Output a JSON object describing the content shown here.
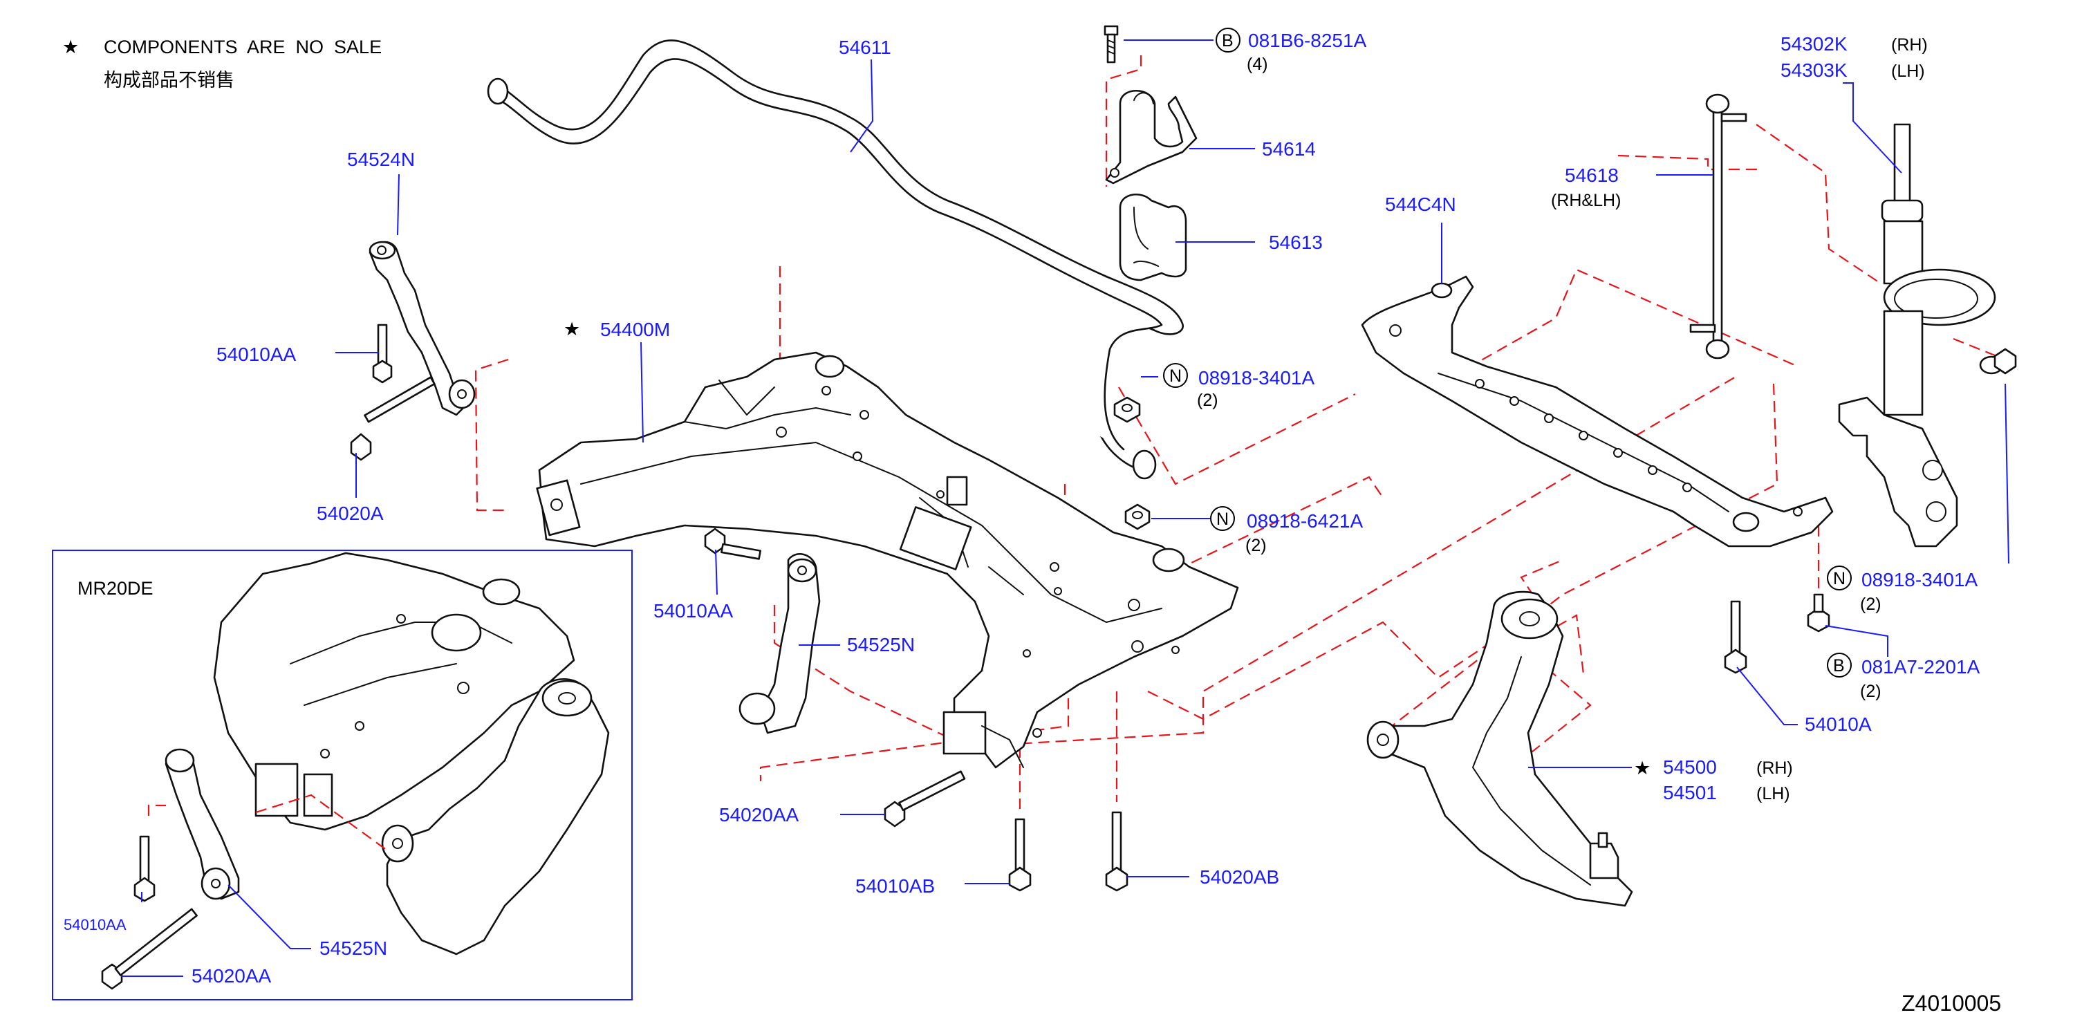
{
  "notice": {
    "star_glyph": "★",
    "text_en": "COMPONENTS  ARE  NO  SALE",
    "text_cn": "构成部品不销售"
  },
  "inset": {
    "title": "MR20DE"
  },
  "diagram_code": "Z4010005",
  "parts": {
    "p54611": "54611",
    "p081B6": {
      "badge": "B",
      "number": "081B6-8251A",
      "qty": "(4)"
    },
    "p54614": "54614",
    "p54613": "54613",
    "p08918_3401A_a": {
      "badge": "N",
      "number": "08918-3401A",
      "qty": "(2)"
    },
    "p08918_6421A": {
      "badge": "N",
      "number": "08918-6421A",
      "qty": "(2)"
    },
    "p54524N": "54524N",
    "p54010AA_top": "54010AA",
    "p54020A": "54020A",
    "p54400M": "54400M",
    "p54010AA_mid": "54010AA",
    "p54525N": "54525N",
    "p54020AA": "54020AA",
    "p54010AB": "54010AB",
    "p54020AB": "54020AB",
    "p54302K": {
      "number": "54302K",
      "side": "(RH)"
    },
    "p54303K": {
      "number": "54303K",
      "side": "(LH)"
    },
    "p54618": {
      "number": "54618",
      "side": "(RH&LH)"
    },
    "p544C4N": "544C4N",
    "p08918_3401A_b": {
      "badge": "N",
      "number": "08918-3401A",
      "qty": "(2)"
    },
    "p081A7": {
      "badge": "B",
      "number": "081A7-2201A",
      "qty": "(2)"
    },
    "p54010A": "54010A",
    "p54500": {
      "number": "54500",
      "side": "(RH)"
    },
    "p54501": {
      "number": "54501",
      "side": "(LH)"
    },
    "inset_54010AA": "54010AA",
    "inset_54525N": "54525N",
    "inset_54020AA": "54020AA"
  }
}
